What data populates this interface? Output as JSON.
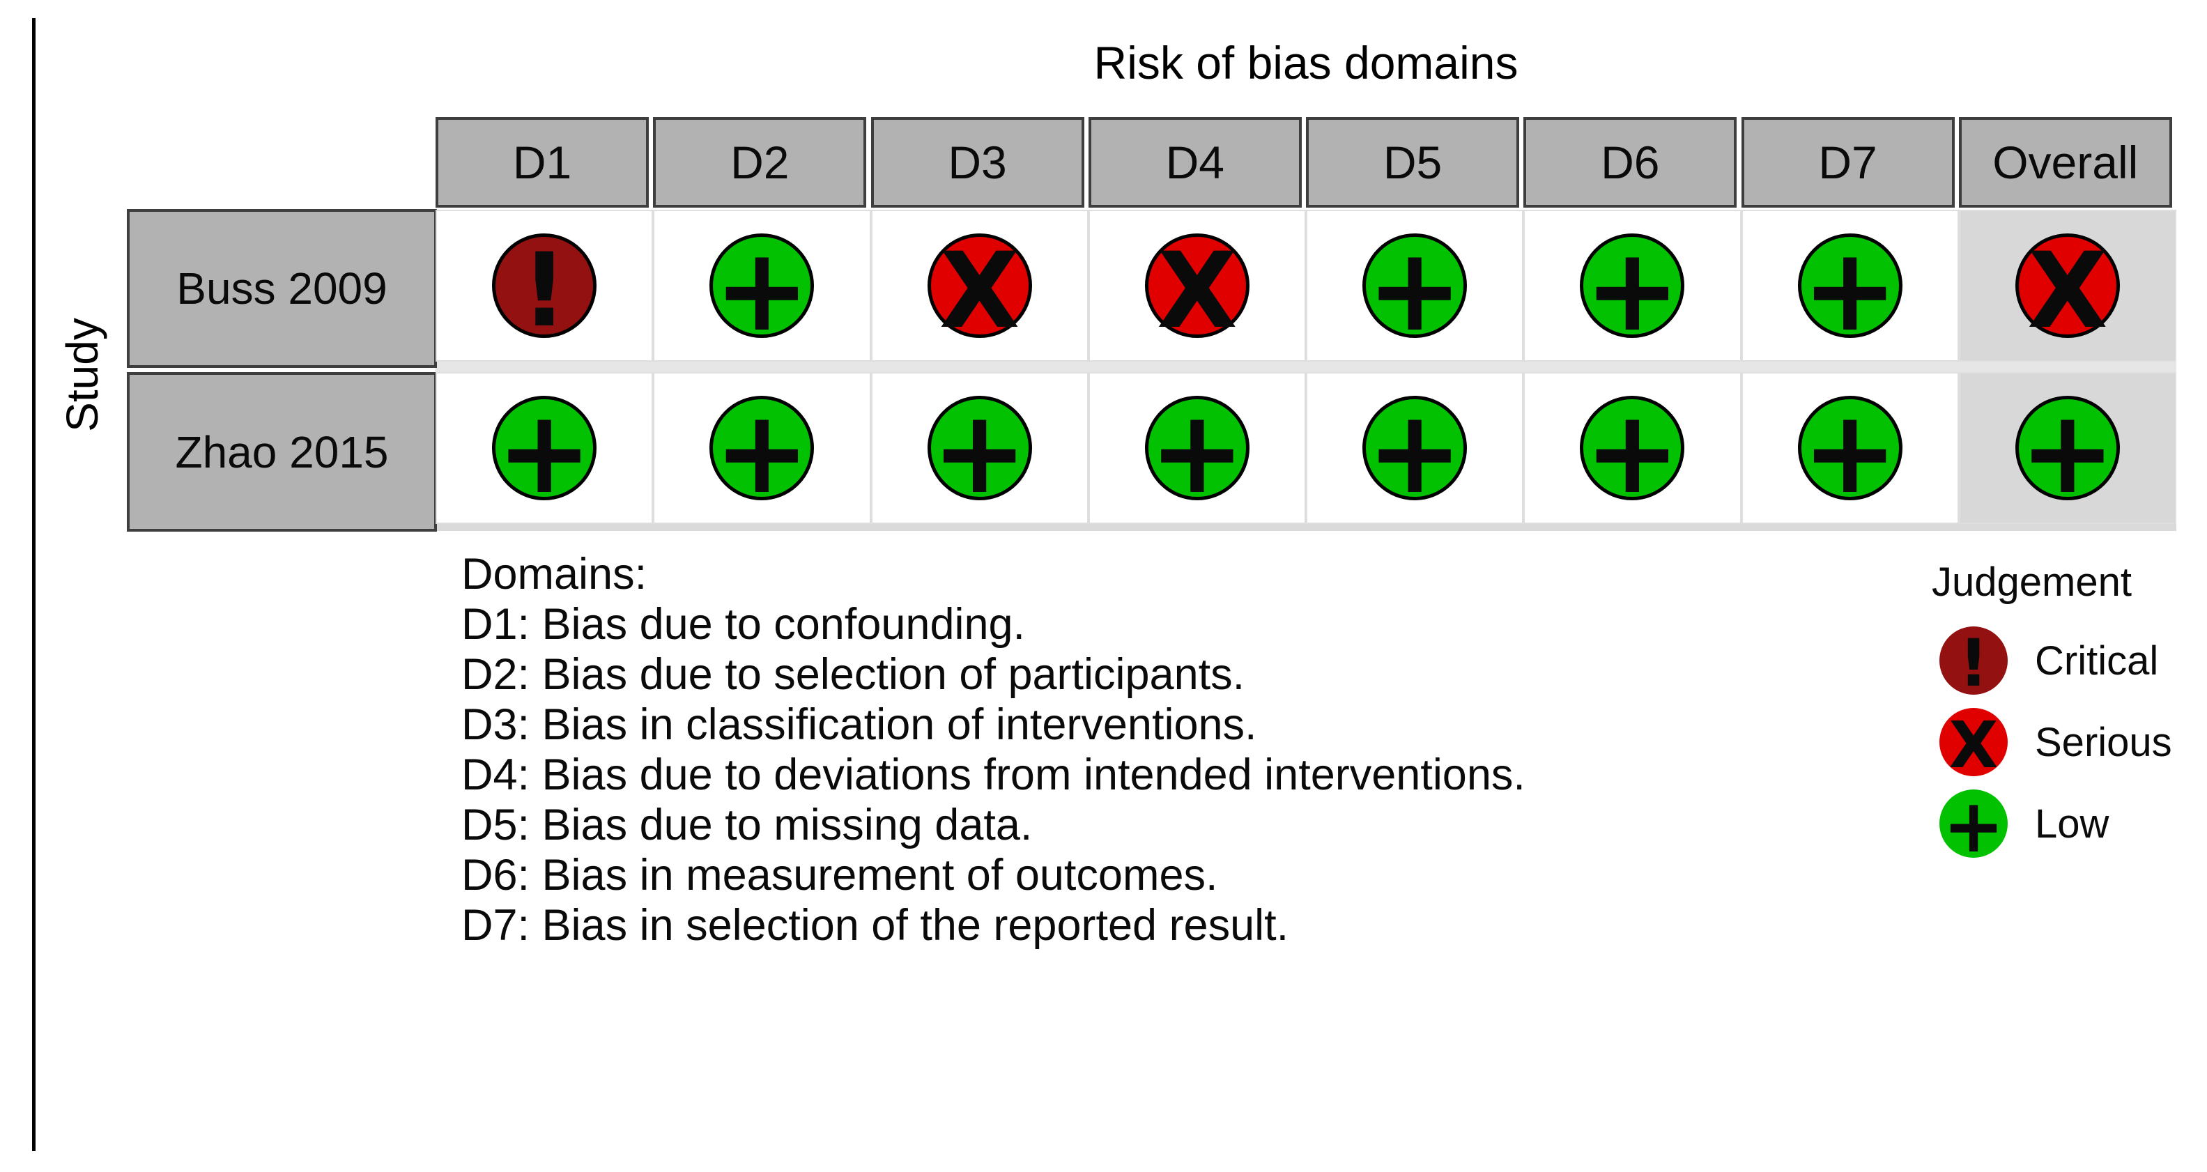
{
  "chart_data": {
    "type": "table",
    "subtype": "risk-of-bias-traffic-light",
    "title": "Risk of bias domains",
    "y_axis_label": "Study",
    "columns": [
      "D1",
      "D2",
      "D3",
      "D4",
      "D5",
      "D6",
      "D7",
      "Overall"
    ],
    "rows": [
      {
        "study": "Buss 2009",
        "judgements": [
          "Critical",
          "Low",
          "Serious",
          "Serious",
          "Low",
          "Low",
          "Low",
          "Serious"
        ]
      },
      {
        "study": "Zhao 2015",
        "judgements": [
          "Low",
          "Low",
          "Low",
          "Low",
          "Low",
          "Low",
          "Low",
          "Low"
        ]
      }
    ],
    "legend_position": "right",
    "grid": "on"
  },
  "judgement_styles": {
    "Critical": {
      "symbol": "!",
      "color": "#931111"
    },
    "Serious": {
      "symbol": "X",
      "color": "#E00000"
    },
    "Low": {
      "symbol": "+",
      "color": "#02C100"
    }
  },
  "legend": {
    "title": "Judgement",
    "items": [
      "Critical",
      "Serious",
      "Low"
    ]
  },
  "domains_note": {
    "heading": "Domains:",
    "lines": [
      "D1: Bias due to confounding.",
      "D2: Bias due to selection of participants.",
      "D3: Bias in classification of interventions.",
      "D4: Bias due to deviations from intended interventions.",
      "D5: Bias due to missing data.",
      "D6: Bias in measurement of outcomes.",
      "D7: Bias in selection of the reported result."
    ]
  },
  "colors": {
    "header_bg": "#B2B2B2",
    "overall_column_bg": "#D8D8D8",
    "cell_bg": "#FFFFFF",
    "grid_line": "#DEDEDE",
    "table_border": "#3E3E3E",
    "circle_outline": "#000000",
    "symbol": "#0A0A0A",
    "text": "#000000"
  }
}
